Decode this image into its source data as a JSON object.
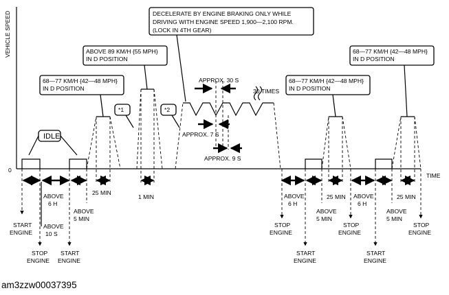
{
  "diagram": {
    "y_axis_label": "VEHICLE SPEED",
    "x_axis_label": "TIME",
    "origin_label": "0",
    "figure_code": "am3zzw00037395"
  },
  "callouts": {
    "idle": "IDLE",
    "speed_68_77_line1": "68—77 KM/H {42—48 MPH}",
    "speed_68_77_line2": "IN D POSITION",
    "speed_89_line1": "ABOVE 89 KM/H {55 MPH}",
    "speed_89_line2": "IN D POSITION",
    "decel_line1": "DECELERATE BY ENGINE BRAKING ONLY WHILE",
    "decel_line2": "DRIVING WITH ENGINE SPEED 1,900—2,100 RPM.",
    "decel_line3": "(LOCK IN 4TH GEAR)",
    "note1": "*1",
    "note2": "*2"
  },
  "cycle_labels": {
    "approx_30s": "APPROX. 30 S",
    "thirty_times": "30 TIMES",
    "approx_7s": "APPROX. 7 S",
    "approx_9s": "APPROX. 9 S"
  },
  "timing_labels": {
    "above": "ABOVE",
    "above_6h_unit": "6 H",
    "above_10s_unit": "10 S",
    "above_5min_unit": "5 MIN",
    "min_25": "25 MIN",
    "min_1": "1 MIN"
  },
  "event_labels": {
    "start": "START",
    "stop": "STOP",
    "engine": "ENGINE"
  }
}
